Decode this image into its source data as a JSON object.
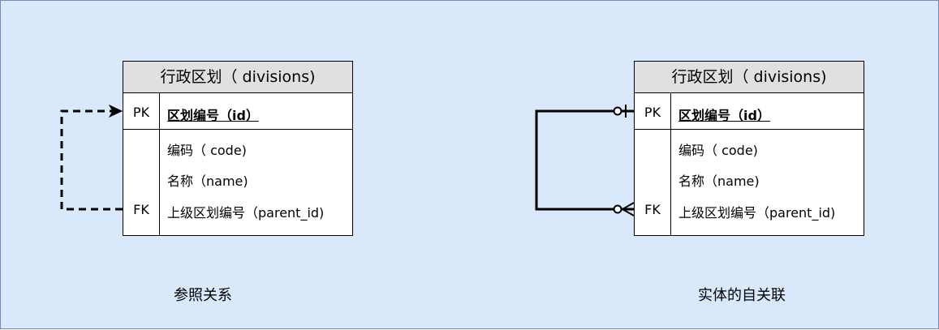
{
  "entities": [
    {
      "title": "行政区划（ divisions)",
      "pk_label": "PK",
      "pk_field": "区划编号（id）",
      "fk_label": "FK",
      "fields": [
        "编码（ code)",
        "名称（name)",
        "上级区划编号（parent_id)"
      ]
    },
    {
      "title": "行政区划（ divisions)",
      "pk_label": "PK",
      "pk_field": "区划编号（id）",
      "fk_label": "FK",
      "fields": [
        "编码（ code)",
        "名称（name)",
        "上级区划编号（parent_id)"
      ]
    }
  ],
  "captions": {
    "left": "参照关系",
    "right": "实体的自关联"
  },
  "colors": {
    "background": "#dae8fc",
    "border": "#6c8ebf",
    "title_fill": "#e0e0e0"
  }
}
